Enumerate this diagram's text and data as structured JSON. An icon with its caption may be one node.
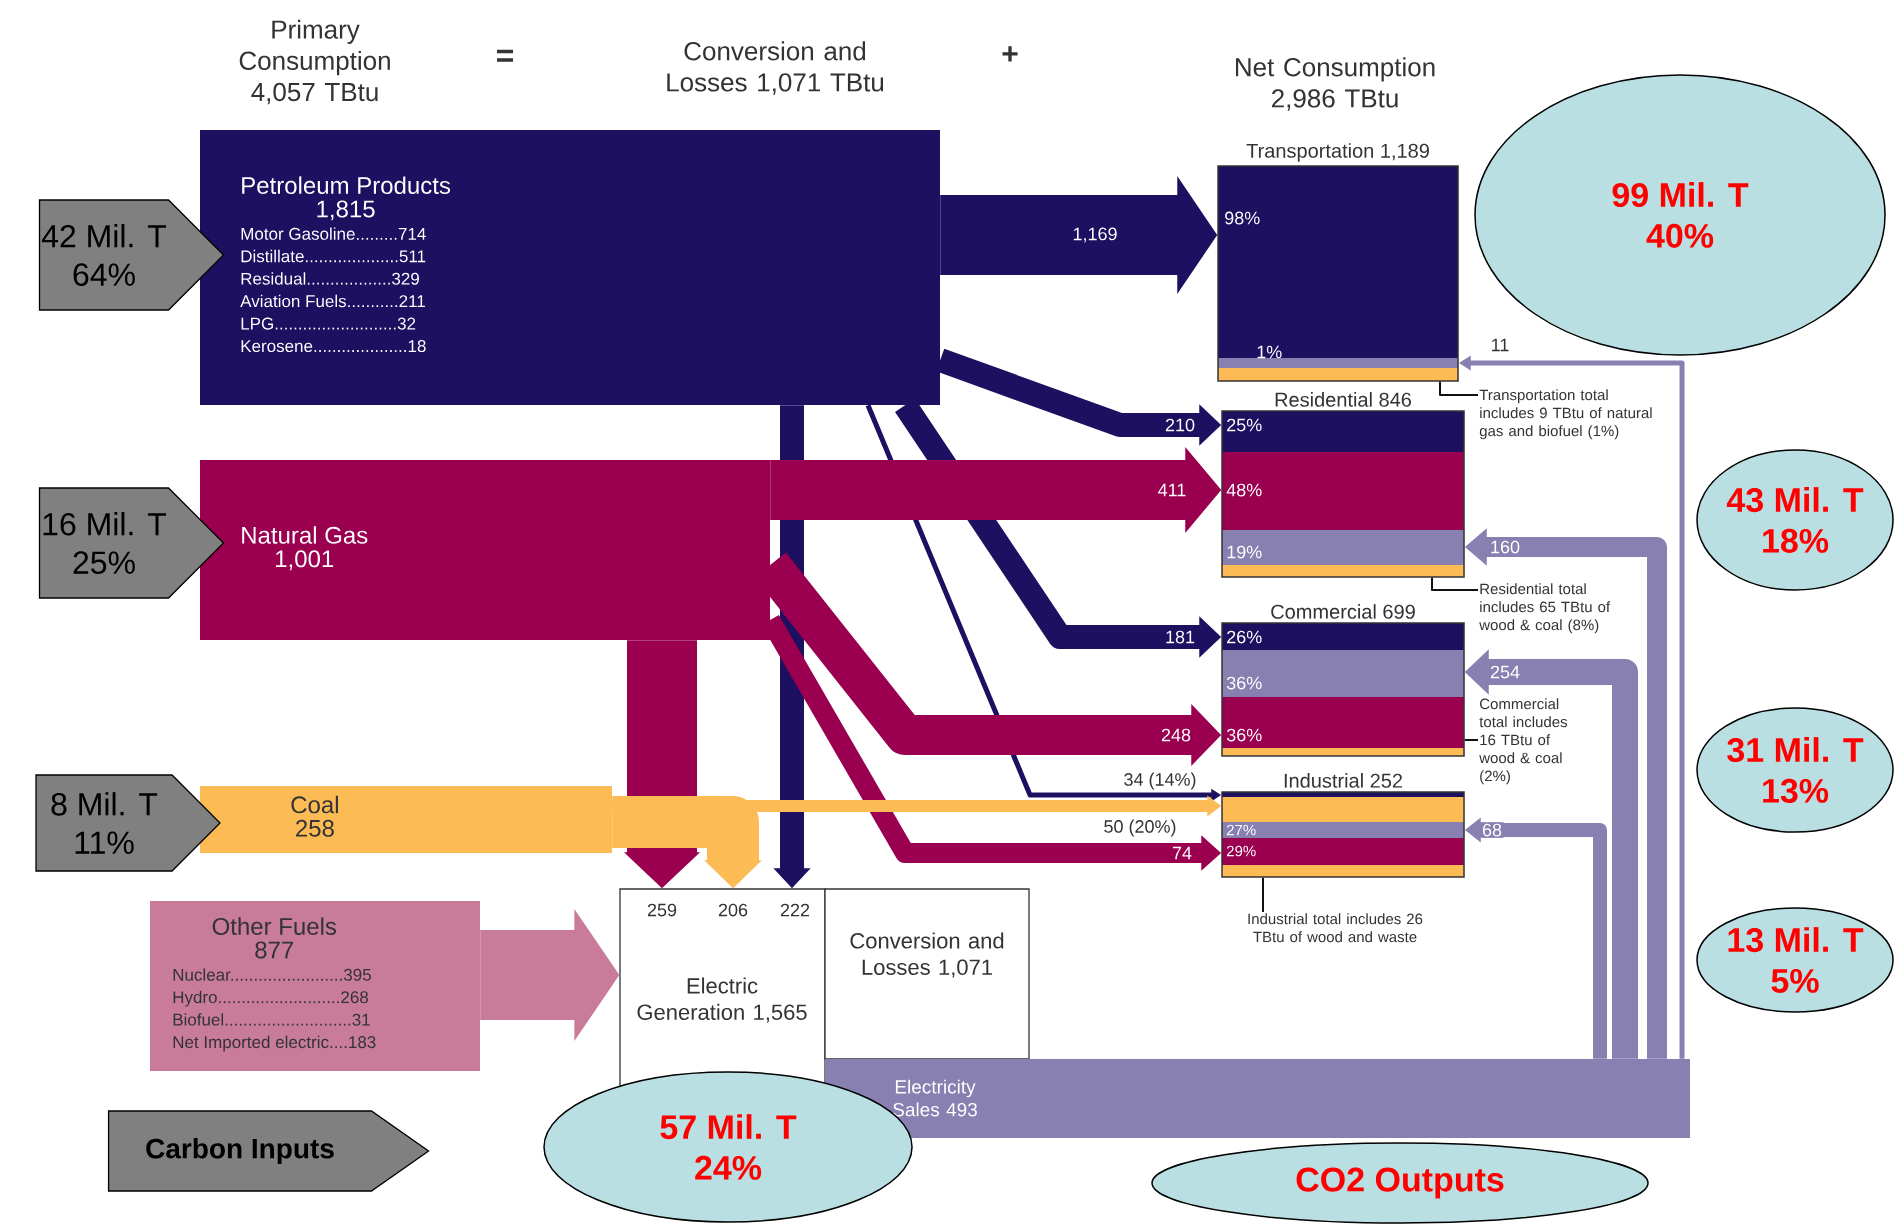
{
  "diagram": {
    "nodes": [
      {
        "text": [
          "Petroleum Products",
          "1,815",
          "Motor Gasoline.........714",
          "Distillate....................511",
          "Residual..................329",
          "Aviation Fuels...........211",
          "LPG..........................32",
          "Kerosene....................18"
        ]
      },
      {
        "text": [
          "Natural Gas",
          "1,001"
        ]
      },
      {
        "text": [
          "Coal",
          "258"
        ]
      },
      {
        "text": [
          "Other Fuels",
          "877",
          "Nuclear........................395",
          "Hydro..........................268",
          "Biofuel...........................31",
          "Net Imported electric....183"
        ]
      },
      {
        "text": [
          "Electric Generation 1,565"
        ]
      },
      {
        "text": [
          "Conversion and Losses 1,071"
        ]
      },
      {
        "text": [
          "Transportation 1,189",
          "98%",
          "1%"
        ]
      },
      {
        "text": [
          "Residential 846",
          "25%",
          "48%",
          "19%"
        ]
      },
      {
        "text": [
          "Commercial 699",
          "26%",
          "36%",
          "36%"
        ]
      },
      {
        "text": [
          "Industrial 252",
          "27%",
          "29%"
        ]
      },
      {
        "text": [
          "Transportation total includes 9 TBtu of natural gas and biofuel (1%)"
        ]
      },
      {
        "text": [
          "Residential total includes 65 TBtu of wood & coal (8%)"
        ]
      },
      {
        "text": [
          "Commercial total includes 16 TBtu of wood & coal (2%)"
        ]
      },
      {
        "text": [
          "Industrial total includes 26 TBtu of wood and waste"
        ]
      },
      {
        "text": [
          "Electricity Sales 493"
        ]
      },
      {
        "text": [
          "42 Mil. T",
          "64%"
        ]
      },
      {
        "text": [
          "16 Mil. T",
          "25%"
        ]
      },
      {
        "text": [
          "8 Mil. T",
          "11%"
        ]
      },
      {
        "text": [
          "Carbon Inputs"
        ]
      },
      {
        "text": [
          "99 Mil. T",
          "40%"
        ]
      },
      {
        "text": [
          "43 Mil. T",
          "18%"
        ]
      },
      {
        "text": [
          "31 Mil. T",
          "13%"
        ]
      },
      {
        "text": [
          "13 Mil. T",
          "5%"
        ]
      },
      {
        "text": [
          "57 Mil. T",
          "24%"
        ]
      },
      {
        "text": [
          "CO2 Outputs"
        ]
      }
    ],
    "edges": [
      {
        "from": 0,
        "to": 6,
        "arrow": "to",
        "label": "1,169",
        "style": "thick",
        "color": "#1e1060"
      },
      {
        "from": 0,
        "to": 7,
        "arrow": "to",
        "label": "210",
        "color": "#1e1060"
      },
      {
        "from": 0,
        "to": 8,
        "arrow": "to",
        "label": "181",
        "color": "#1e1060"
      },
      {
        "from": 0,
        "to": 9,
        "arrow": "to",
        "label": "34 (14%)",
        "color": "#1e1060"
      },
      {
        "from": 0,
        "to": 4,
        "arrow": "to",
        "label": "222",
        "color": "#1e1060"
      },
      {
        "from": 1,
        "to": 7,
        "arrow": "to",
        "label": "411",
        "style": "thick",
        "color": "#9b0050"
      },
      {
        "from": 1,
        "to": 8,
        "arrow": "to",
        "label": "248",
        "style": "thick",
        "color": "#9b0050"
      },
      {
        "from": 1,
        "to": 9,
        "arrow": "to",
        "label": "74",
        "color": "#9b0050"
      },
      {
        "from": 1,
        "to": 4,
        "arrow": "to",
        "label": "259",
        "style": "thick",
        "color": "#9b0050"
      },
      {
        "from": 2,
        "to": 9,
        "arrow": "to",
        "label": "50 (20%)",
        "color": "#fcbb55"
      },
      {
        "from": 2,
        "to": 4,
        "arrow": "to",
        "label": "206",
        "style": "thick",
        "color": "#fcbb55"
      },
      {
        "from": 3,
        "to": 4,
        "arrow": "to",
        "style": "thick",
        "color": "#c87c9a"
      },
      {
        "from": 14,
        "to": 6,
        "arrow": "to",
        "label": "11",
        "color": "#8880b0"
      },
      {
        "from": 14,
        "to": 7,
        "arrow": "to",
        "label": "160",
        "color": "#8880b0"
      },
      {
        "from": 14,
        "to": 8,
        "arrow": "to",
        "label": "254",
        "color": "#8880b0"
      },
      {
        "from": 14,
        "to": 9,
        "arrow": "to",
        "label": "68",
        "color": "#8880b0"
      },
      {
        "from": 10,
        "to": 6,
        "arrow": "none"
      },
      {
        "from": 11,
        "to": 7,
        "arrow": "none"
      },
      {
        "from": 12,
        "to": 8,
        "arrow": "none"
      },
      {
        "from": 13,
        "to": 9,
        "arrow": "none"
      }
    ],
    "labels": [
      "Primary Consumption 4,057 TBtu",
      "=",
      "Conversion and Losses 1,071 TBtu",
      "+",
      "Net Consumption 2,986 TBtu"
    ]
  }
}
